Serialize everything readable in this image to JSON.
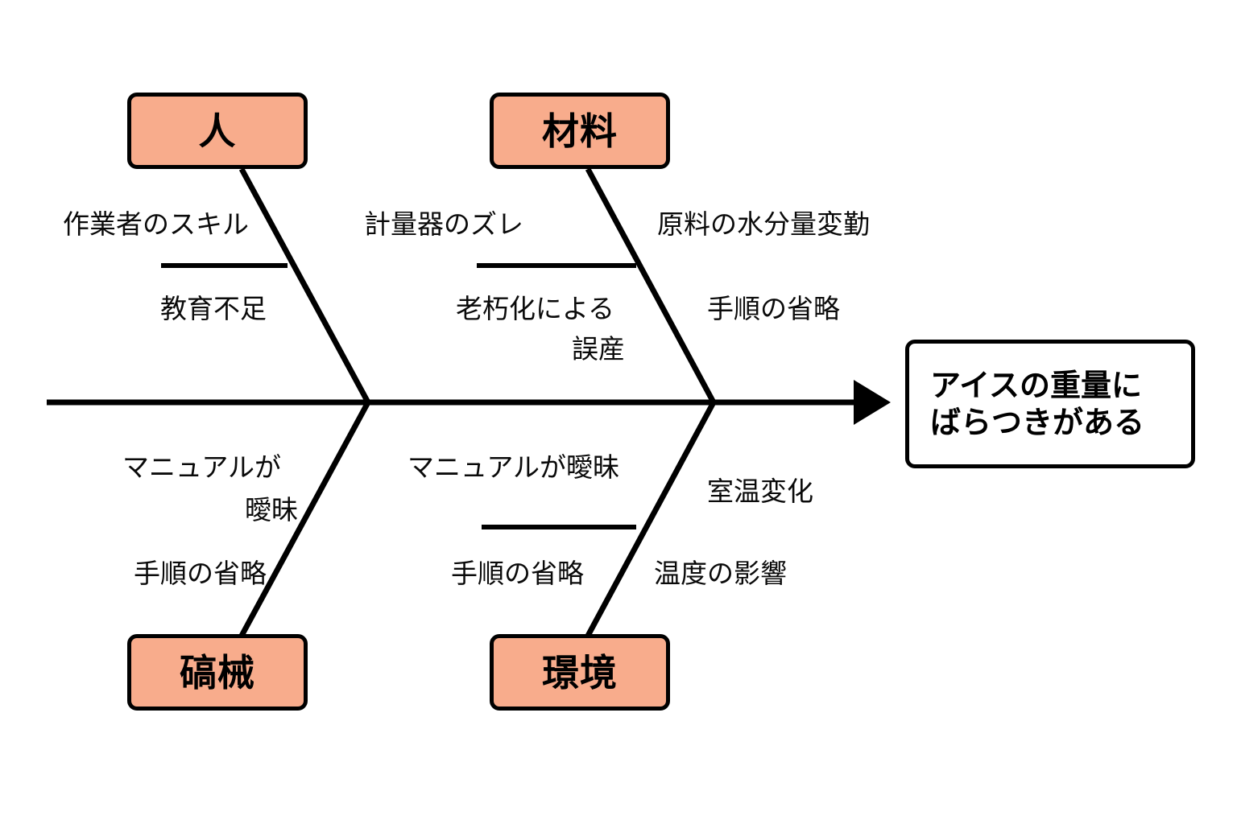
{
  "diagram": {
    "type": "fishbone-ishikawa",
    "orientation": "left-to-right",
    "accent_color": "#F8AC8C",
    "line_color": "#000000",
    "background_color": "#FFFFFF",
    "effect": {
      "line1": "アイスの重量に",
      "line2": "ばらつきがある"
    },
    "categories": [
      {
        "id": "people",
        "label": "人",
        "position": "top-left",
        "causes": [
          {
            "id": "people-c1",
            "text": "作業者のスキル"
          },
          {
            "id": "people-c2",
            "text": "教育不足"
          }
        ]
      },
      {
        "id": "material-mid",
        "label": "材料",
        "position": "top-right",
        "causes": [
          {
            "id": "mid-c1",
            "text": "計量器のズレ"
          },
          {
            "id": "mid-c2-line1",
            "text": "老朽化による"
          },
          {
            "id": "mid-c2-line2",
            "text": "誤産"
          },
          {
            "id": "mat-c1",
            "text": "原料の水分量変勤"
          },
          {
            "id": "mat-c2",
            "text": "手順の省略"
          }
        ]
      },
      {
        "id": "machine",
        "label": "碻械",
        "position": "bottom-left",
        "causes": [
          {
            "id": "machine-c1-line1",
            "text": "マニュアルが"
          },
          {
            "id": "machine-c1-line2",
            "text": "曖昧"
          },
          {
            "id": "machine-c2",
            "text": "手順の省略"
          }
        ]
      },
      {
        "id": "environment",
        "label": "璟境",
        "position": "bottom-right",
        "causes": [
          {
            "id": "env-c1",
            "text": "マニュアルが曖昧"
          },
          {
            "id": "env-c2",
            "text": "手順の省略"
          },
          {
            "id": "env-c3",
            "text": "室温変化"
          },
          {
            "id": "env-c4",
            "text": "温度の影響"
          }
        ]
      }
    ]
  }
}
